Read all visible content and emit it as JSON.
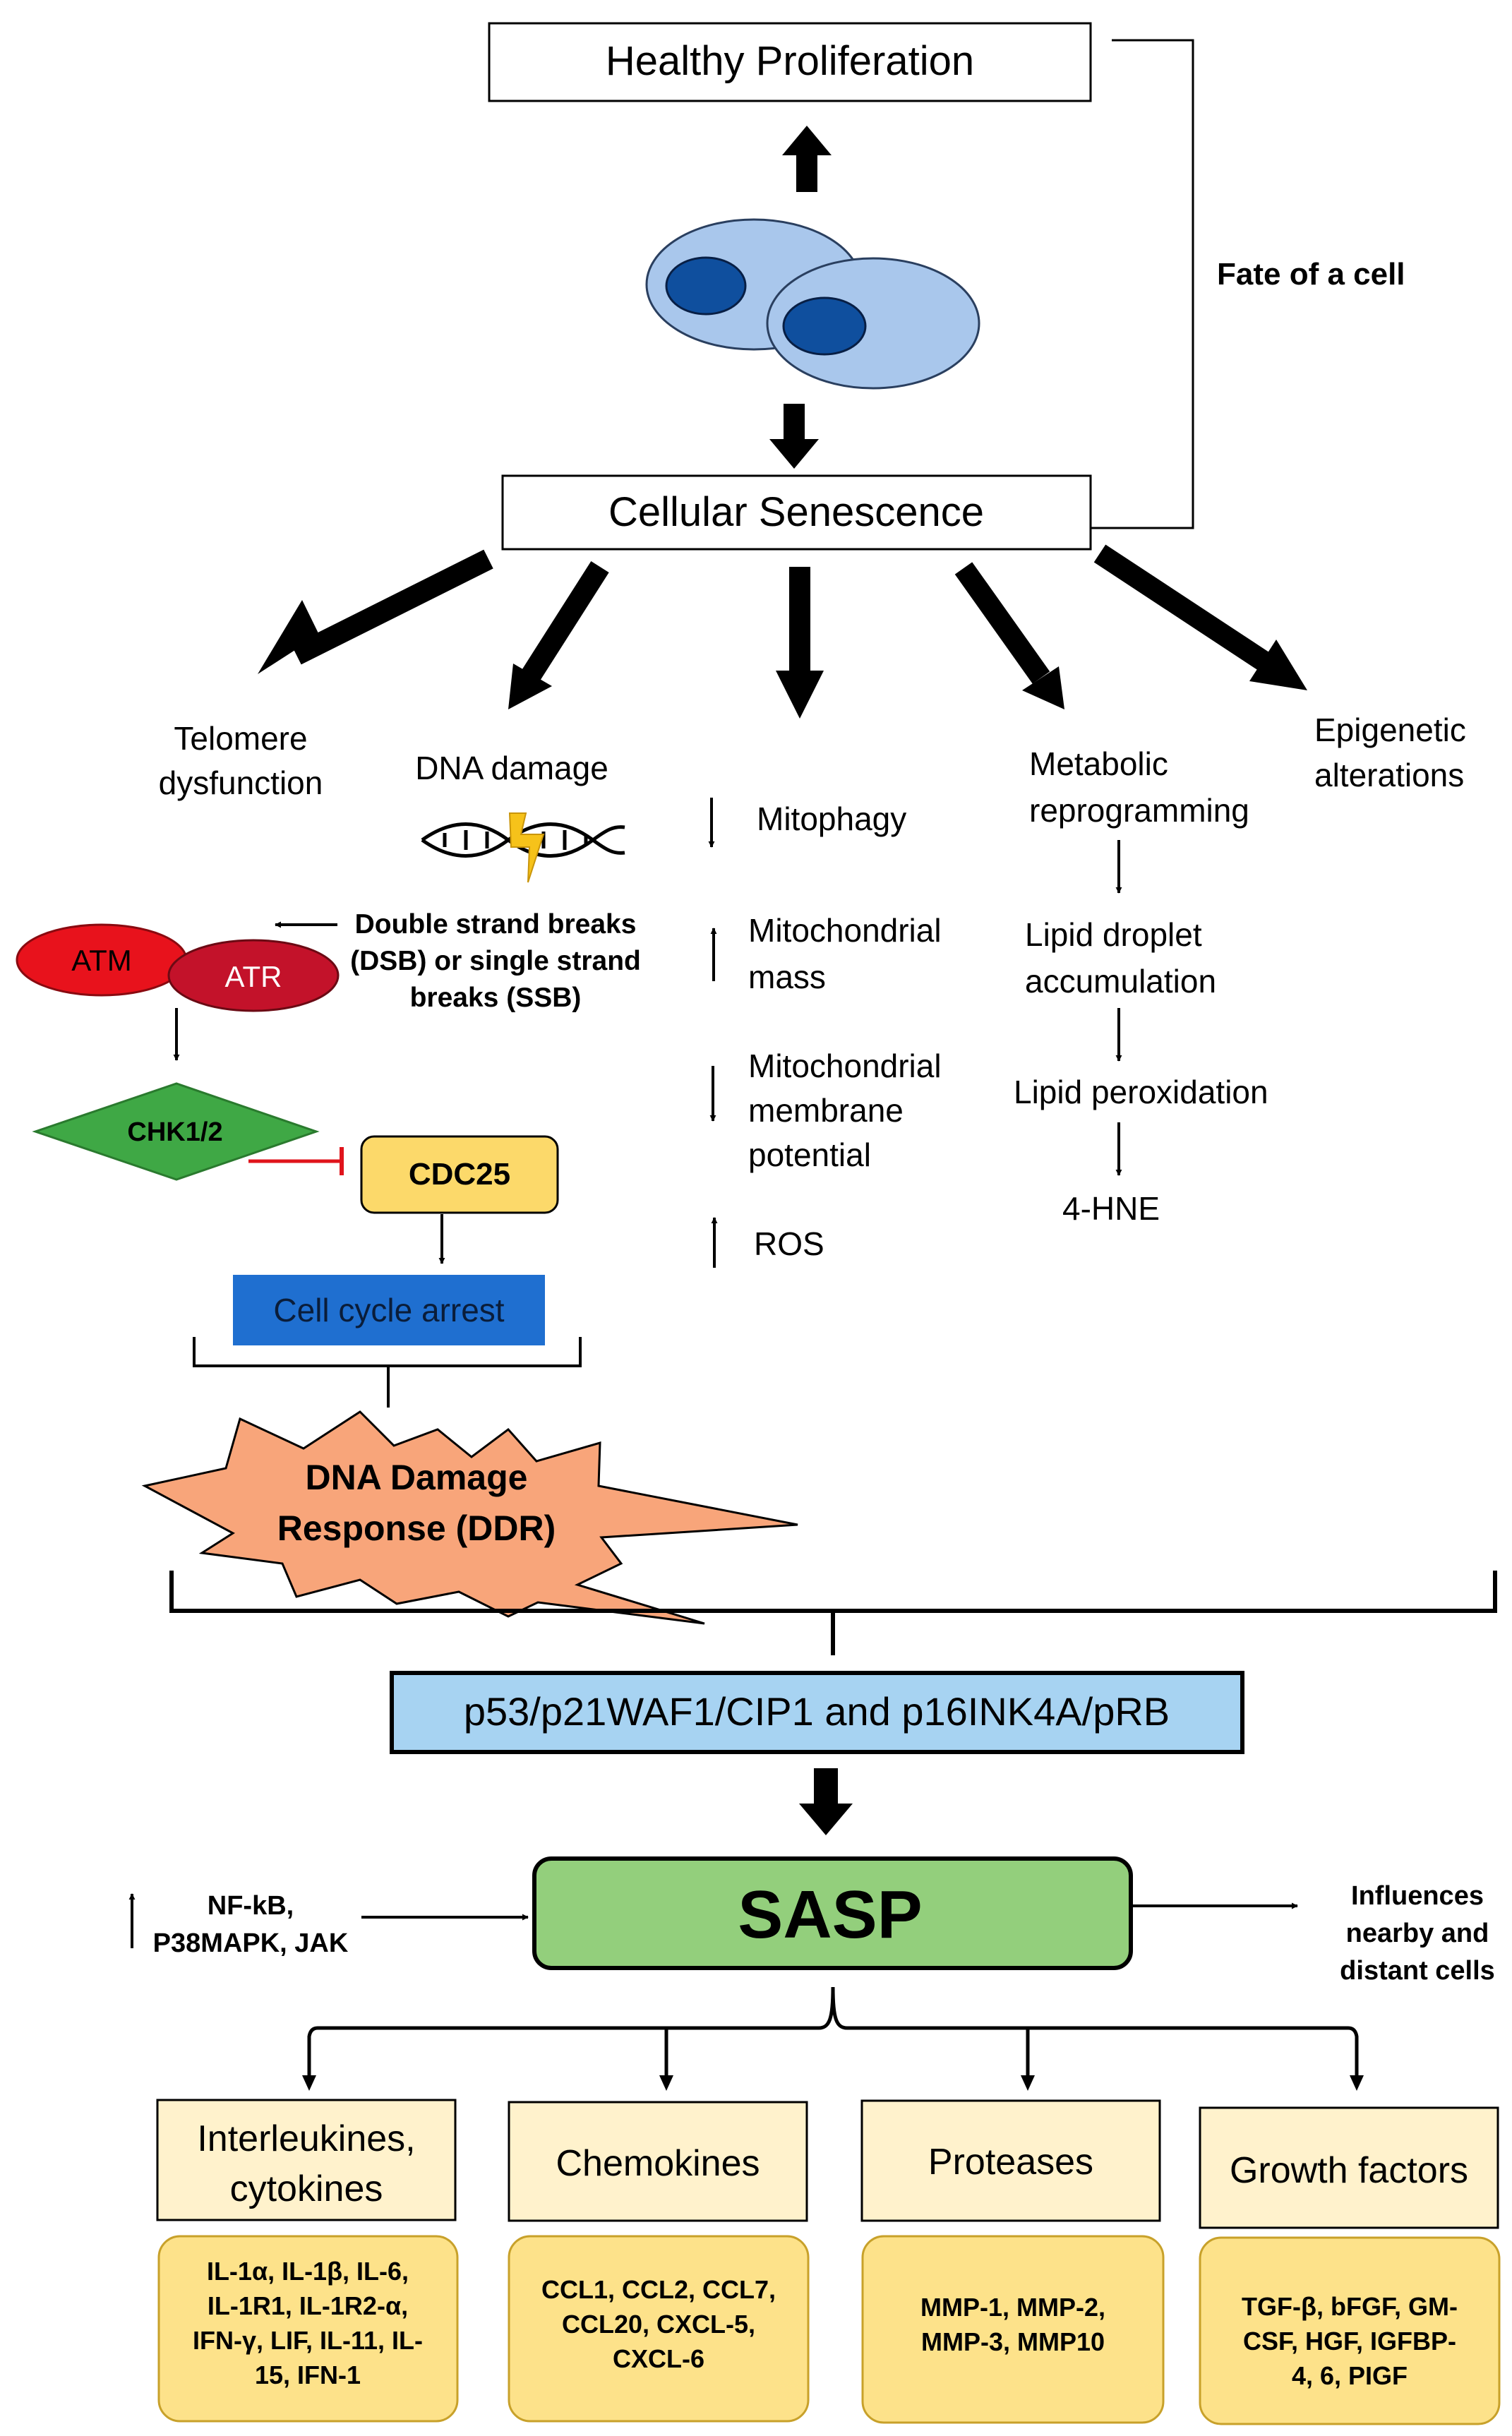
{
  "top": {
    "healthy": "Healthy Proliferation",
    "fate": "Fate of a cell",
    "senescence": "Cellular Senescence"
  },
  "branches": {
    "telomere": [
      "Telomere",
      "dysfunction"
    ],
    "dna_damage": "DNA damage",
    "dsb": [
      "Double strand breaks",
      "(DSB) or single strand",
      "breaks (SSB)"
    ],
    "atm": "ATM",
    "atr": "ATR",
    "chk": "CHK1/2",
    "cdc25": "CDC25",
    "arrest": "Cell cycle arrest",
    "ddr": [
      "DNA Damage",
      "Response (DDR)"
    ],
    "mito": {
      "mitophagy": "Mitophagy",
      "mass": [
        "Mitochondrial",
        "mass"
      ],
      "membrane": [
        "Mitochondrial",
        "membrane",
        "potential"
      ],
      "ros": "ROS"
    },
    "metabolic": {
      "title": [
        "Metabolic",
        "reprogramming"
      ],
      "lipid_droplet": [
        "Lipid droplet",
        "accumulation"
      ],
      "lipid_perox": "Lipid peroxidation",
      "hne": "4-HNE"
    },
    "epigenetic": [
      "Epigenetic",
      "alterations"
    ]
  },
  "pathway": "p53/p21WAF1/CIP1 and p16INK4A/pRB",
  "sasp": {
    "label": "SASP",
    "left": [
      "NF-kB,",
      "P38MAPK, JAK"
    ],
    "right": [
      "Influences",
      "nearby and",
      "distant cells"
    ]
  },
  "categories": [
    {
      "title": [
        "Interleukines,",
        "cytokines"
      ],
      "items": [
        "IL-1α, IL-1β, IL-6,",
        "IL-1R1, IL-1R2-α,",
        "IFN-γ, LIF, IL-11, IL-",
        "15, IFN-1"
      ]
    },
    {
      "title": [
        "Chemokines"
      ],
      "items": [
        "CCL1, CCL2, CCL7,",
        "CCL20, CXCL-5,",
        "CXCL-6"
      ]
    },
    {
      "title": [
        "Proteases"
      ],
      "items": [
        "MMP-1, MMP-2,",
        "MMP-3, MMP10"
      ]
    },
    {
      "title": [
        "Growth factors"
      ],
      "items": [
        "TGF-β, bFGF, GM-",
        "CSF, HGF, IGFBP-",
        "4, 6, PIGF"
      ]
    }
  ],
  "colors": {
    "atm": "#e8121c",
    "atr": "#c3122a",
    "chk": "#3fa845",
    "cdc25": "#fcd96a",
    "arrest": "#1f6fd0",
    "ddr": "#f8a57a",
    "pathway": "#a7d3f2",
    "sasp": "#93cf7c",
    "cat_title": "#fff2cc",
    "cat_items": "#fde28a",
    "cell": "#a9c7ec",
    "nucleus": "#0f4f9e",
    "inhibit": "#e0141c"
  }
}
